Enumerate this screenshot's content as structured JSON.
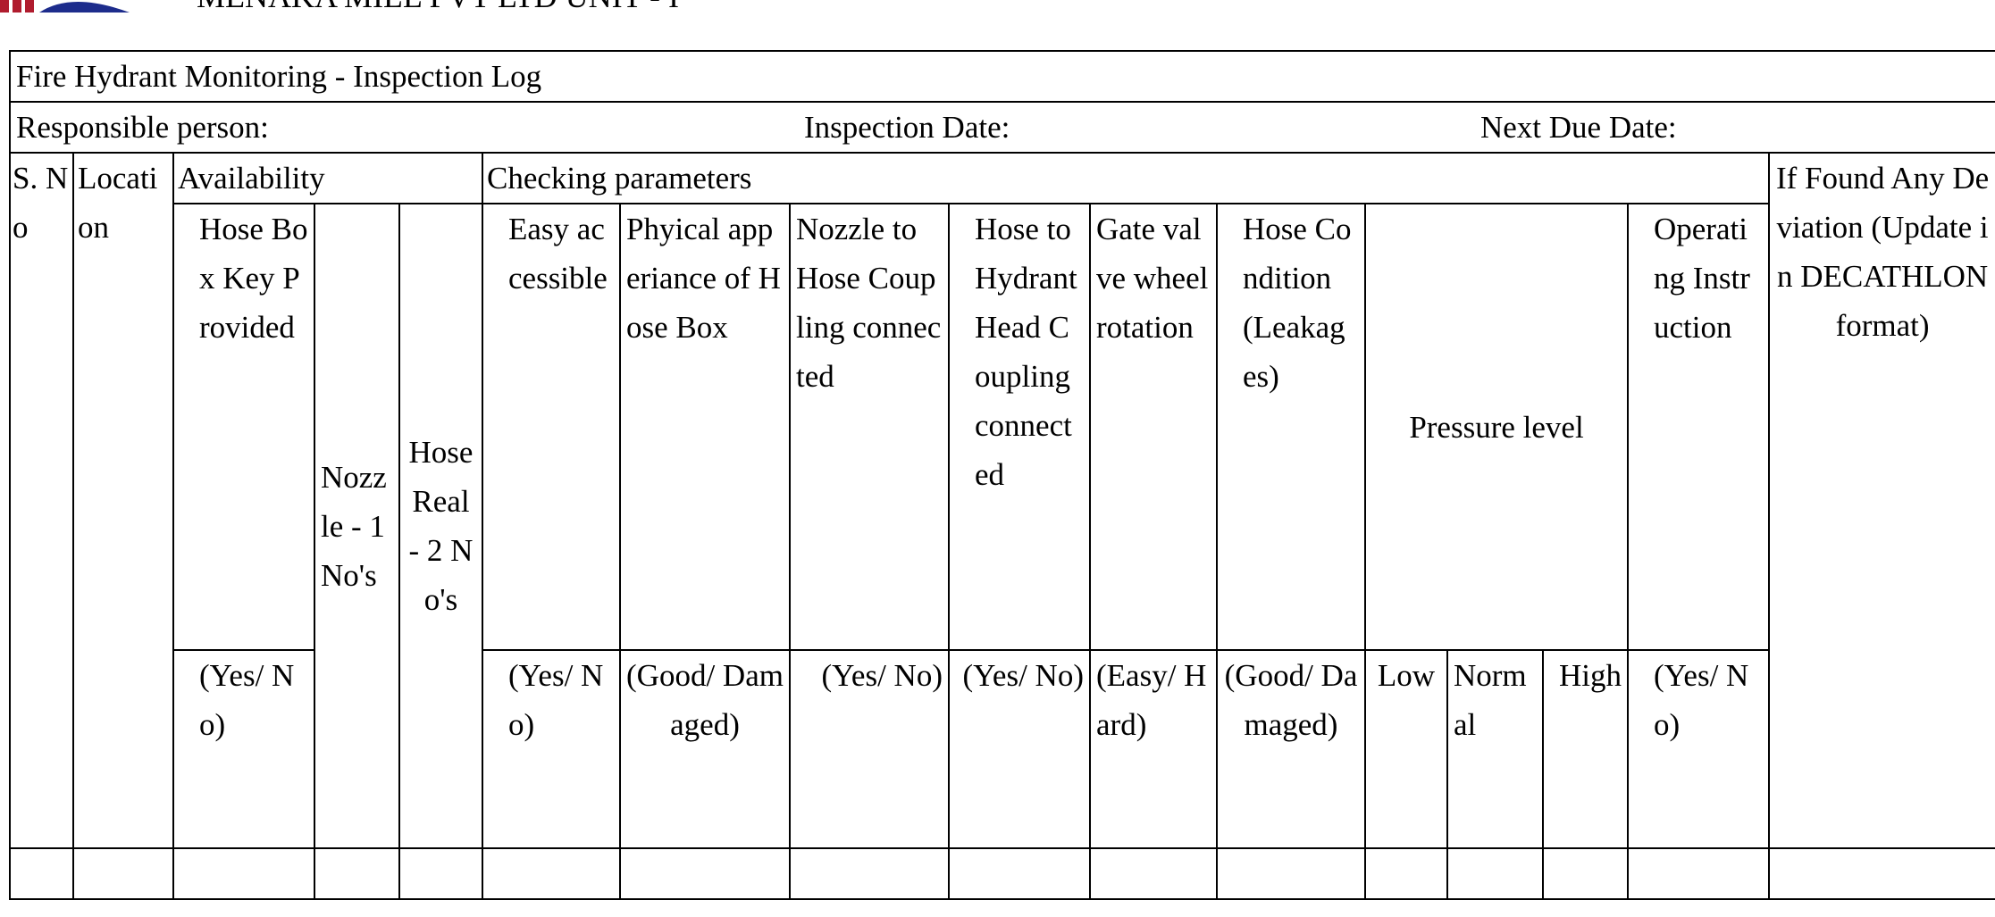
{
  "header": {
    "company": "MENAKA MILL PVT LTD UNIT - I",
    "title": "Fire Hydrant Monitoring - Inspection Log",
    "responsible_person_label": "Responsible person:",
    "inspection_date_label": "Inspection Date:",
    "next_due_date_label": "Next Due Date:"
  },
  "columns": {
    "sno": "S. No",
    "location": "Location",
    "availability": "Availability",
    "checking_parameters": "Checking parameters",
    "deviation": "If Found Any Deviation (Update in DECATHLON format)",
    "hose_box_key": "Hose Box Key Provided",
    "nozzle": "Nozzle - 1 No's",
    "hose_reel": "Hose Real - 2 No's",
    "easy_access": "Easy accessible",
    "physical_appearance": "Phyical apperiance of Hose Box",
    "nozzle_to_hose": "Nozzle to Hose Coupling connected",
    "hose_to_hydrant": "Hose to Hydrant Head Coupling connected",
    "gate_valve": "Gate valve wheel rotation",
    "hose_condition": "Hose Condition (Leakages)",
    "pressure_level": "Pressure level",
    "operating_instruction": "Operating Instruction",
    "opt_yes_no": "(Yes/ No)",
    "opt_good_damaged": "(Good/ Damaged)",
    "opt_easy_hard": "(Easy/ Hard)",
    "low": "Low",
    "normal": "Normal",
    "high": "High"
  }
}
